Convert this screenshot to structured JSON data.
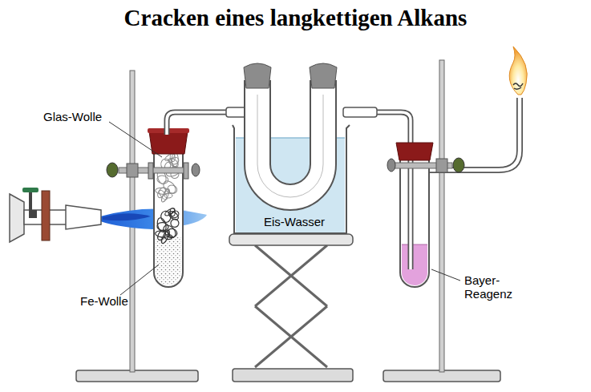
{
  "diagram": {
    "title": "Cracken eines langkettigen Alkans",
    "labels": [
      "Glas-Wolle",
      "Fe-Wolle",
      "Eis-Wasser",
      "Bayer-Reagenz"
    ]
  }
}
